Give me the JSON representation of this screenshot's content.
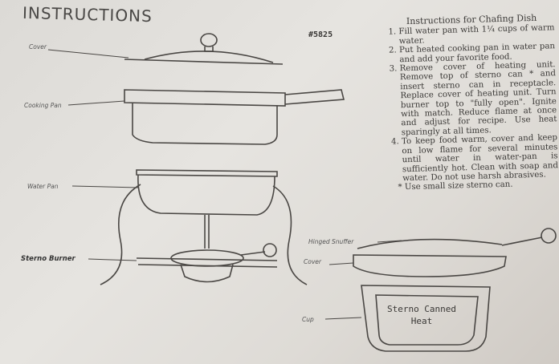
{
  "heading": "INSTRUCTIONS",
  "model_number": "#5825",
  "instructions": {
    "title": "Instructions for Chafing Dish",
    "steps": [
      "Fill water pan with 1¼ cups of warm water.",
      "Put heated cooking pan in water pan and add your favorite food.",
      "Remove cover of heating unit. Remove top of sterno can * and insert sterno can in receptacle. Replace cover of heating unit. Turn burner top to \"fully open\". Ignite with match. Reduce flame at once and adjust for recipe. Use heat sparingly at all times.",
      "To keep food warm, cover and keep on low flame for several minutes until water in water-pan is sufficiently hot. Clean with soap and water. Do not use harsh abrasives."
    ],
    "note": "* Use small size sterno can."
  },
  "labels": {
    "cover": "Cover",
    "cooking_pan": "Cooking Pan",
    "water_pan": "Water Pan",
    "sterno_burner": "Sterno Burner",
    "hinged_snuffer": "Hinged Snuffer",
    "burner_cover": "Cover",
    "cup": "Cup",
    "can_line1": "Sterno Canned",
    "can_line2": "Heat"
  }
}
